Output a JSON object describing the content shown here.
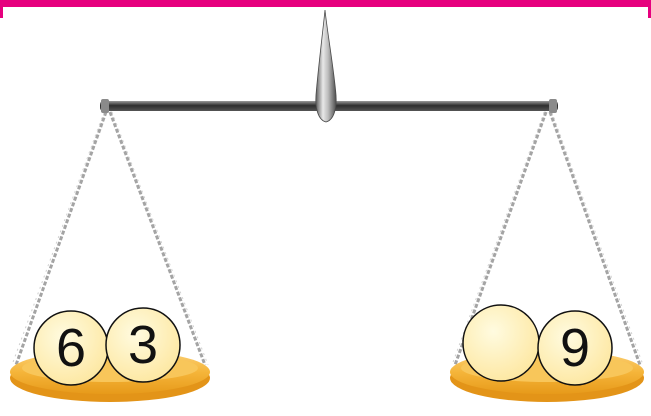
{
  "colors": {
    "frame_border": "#e6007e",
    "beam": "#3a3a3a",
    "chain": "#9a9a9a",
    "pan": "#f6b73c",
    "ball": "#fdeeb0",
    "ball_outline": "#111111"
  },
  "left_pan": {
    "balls": [
      {
        "label": "6"
      },
      {
        "label": "3"
      }
    ]
  },
  "right_pan": {
    "balls": [
      {
        "label": ""
      },
      {
        "label": "9"
      }
    ]
  }
}
